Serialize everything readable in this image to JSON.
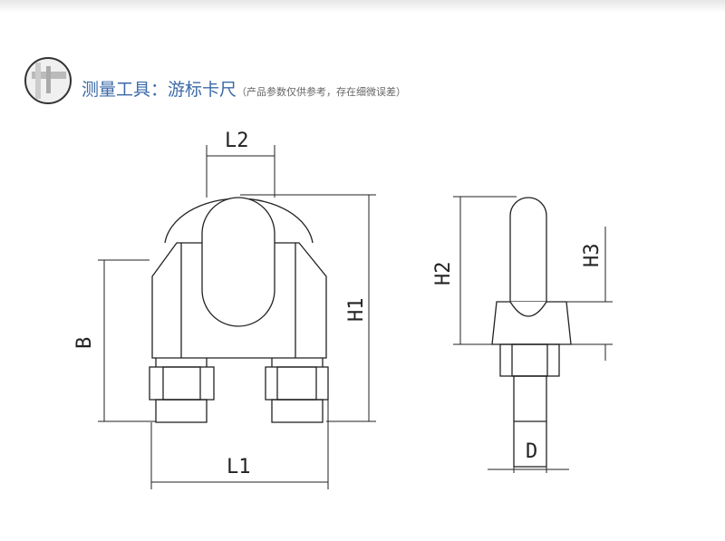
{
  "header": {
    "title": "测量工具：游标卡尺",
    "note": "（产品参数仅供参考，存在细微误差）"
  },
  "dimensions": {
    "l2": "L2",
    "h1": "H1",
    "b": "B",
    "l1": "L1",
    "h2": "H2",
    "h3": "H3",
    "d": "D"
  }
}
